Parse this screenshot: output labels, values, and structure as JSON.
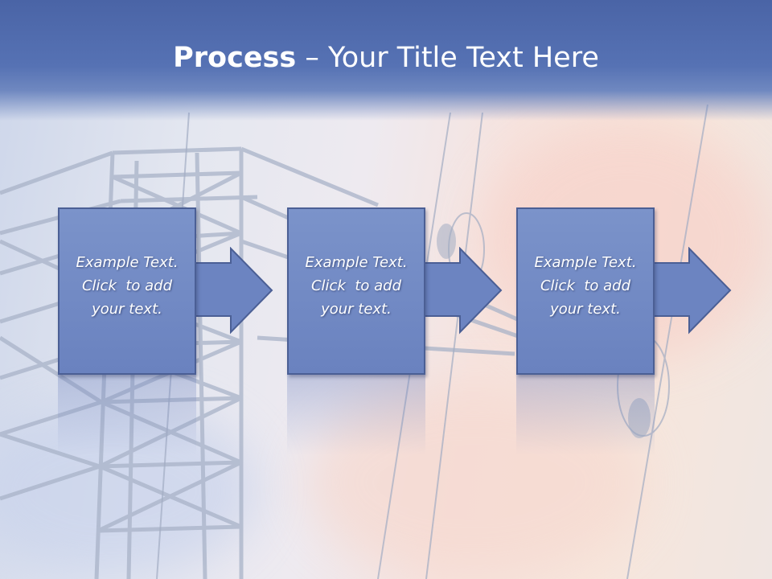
{
  "slide": {
    "title_bold": "Process",
    "title_rest": " – Your Title Text Here"
  },
  "steps": [
    {
      "line1": "Example Text.",
      "line2": "Click  to add",
      "line3": "your text."
    },
    {
      "line1": "Example Text.",
      "line2": "Click  to add",
      "line3": "your text."
    },
    {
      "line1": "Example Text.",
      "line2": "Click  to add",
      "line3": "your text."
    }
  ],
  "colors": {
    "header": "#4a64a6",
    "box_fill": "#7189c4",
    "box_border": "#4b5f95",
    "text": "#ffffff"
  }
}
